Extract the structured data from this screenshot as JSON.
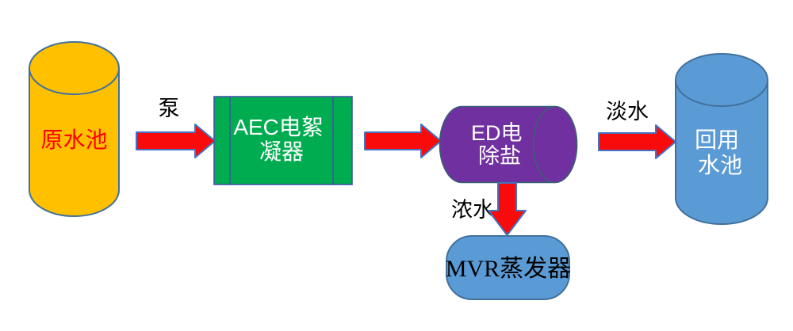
{
  "nodes": {
    "raw_water_tank": {
      "label": "原水池",
      "shape": "vertical-cylinder"
    },
    "aec_coagulator": {
      "label_line1": "AEC电絮",
      "label_line2": "凝器",
      "shape": "process-box"
    },
    "ed_desalter": {
      "label_line1": "ED电",
      "label_line2": "除盐",
      "shape": "horizontal-cylinder"
    },
    "reuse_water_tank": {
      "label_line1": "回用",
      "label_line2": "水池",
      "shape": "vertical-cylinder"
    },
    "mvr_evaporator": {
      "label": "MVR蒸发器",
      "shape": "rounded-box"
    }
  },
  "flow_labels": {
    "pump": "泵",
    "fresh_water": "淡水",
    "concentrated_water": "浓水"
  },
  "colors": {
    "background": "#ffffff",
    "raw_tank_fill": "#FFC000",
    "raw_tank_text": "#FF0000",
    "aec_fill": "#00AC50",
    "aec_stroke": "#4156A6",
    "ed_fill": "#7030A0",
    "ed_stroke": "#3A6073",
    "blue_fill": "#5B9BD5",
    "blue_stroke": "#41719C",
    "arrow_fill": "#F90B0B",
    "arrow_stroke": "#4472C4",
    "shape_text": "#FFFFFF",
    "label_text": "#000000"
  }
}
